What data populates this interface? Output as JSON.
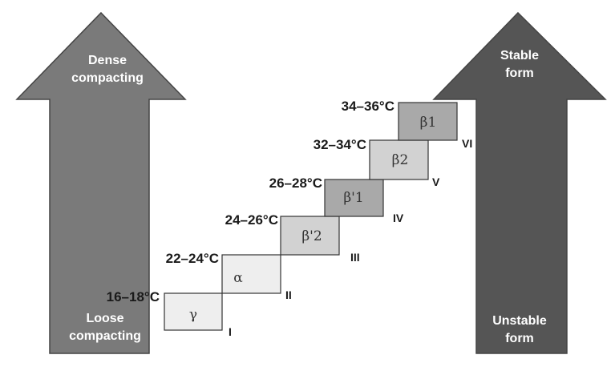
{
  "left_arrow": {
    "top_label": [
      "Dense",
      "compacting"
    ],
    "bottom_label": [
      "Loose",
      "compacting"
    ]
  },
  "right_arrow": {
    "top_label": [
      "Stable",
      "form"
    ],
    "bottom_label": [
      "Unstable",
      "form"
    ]
  },
  "steps": [
    {
      "symbol": "γ",
      "temperature": "16–18°C",
      "roman": "I"
    },
    {
      "symbol": "α",
      "temperature": "22–24°C",
      "roman": "II"
    },
    {
      "symbol": "β'2",
      "temperature": "24–26°C",
      "roman": "III"
    },
    {
      "symbol": "β'1",
      "temperature": "26–28°C",
      "roman": "IV"
    },
    {
      "symbol": "β2",
      "temperature": "32–34°C",
      "roman": "V"
    },
    {
      "symbol": "β1",
      "temperature": "34–36°C",
      "roman": "VI"
    }
  ],
  "colors": {
    "left_arrow": "#7a7a7a",
    "right_arrow": "#555555",
    "arrow_outline": "#444444",
    "box_light": "#eeeeee",
    "box_mid": "#d2d2d2",
    "box_dark": "#a9a9a9",
    "box_outline": "#333333"
  }
}
